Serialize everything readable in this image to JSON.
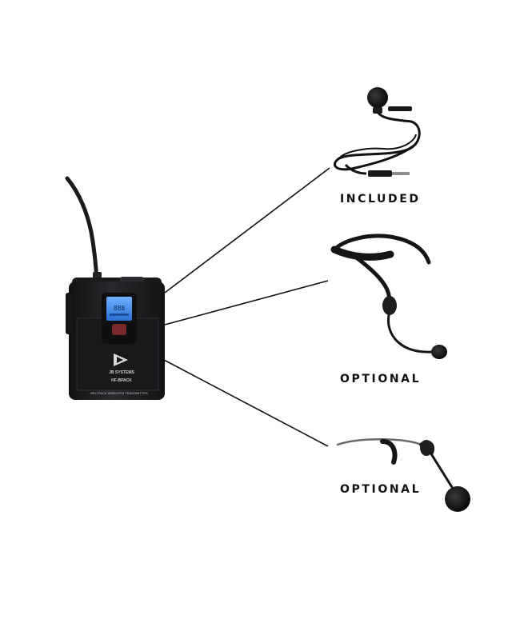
{
  "product": {
    "brand": "JB SYSTEMS",
    "model": "HF-BPACK",
    "tagline": "BELTPACK WIRELESS TRANSMITTER"
  },
  "accessories": [
    {
      "status": "INCLUDED",
      "icon": "lavalier-microphone-icon"
    },
    {
      "status": "OPTIONAL",
      "icon": "neckband-headset-microphone-icon"
    },
    {
      "status": "OPTIONAL",
      "icon": "ear-hook-headset-microphone-icon"
    }
  ],
  "colors": {
    "device_body": "#1c1c1e",
    "lcd_screen": "#3f86e8",
    "connector_lines": "#111111",
    "background": "#ffffff"
  }
}
